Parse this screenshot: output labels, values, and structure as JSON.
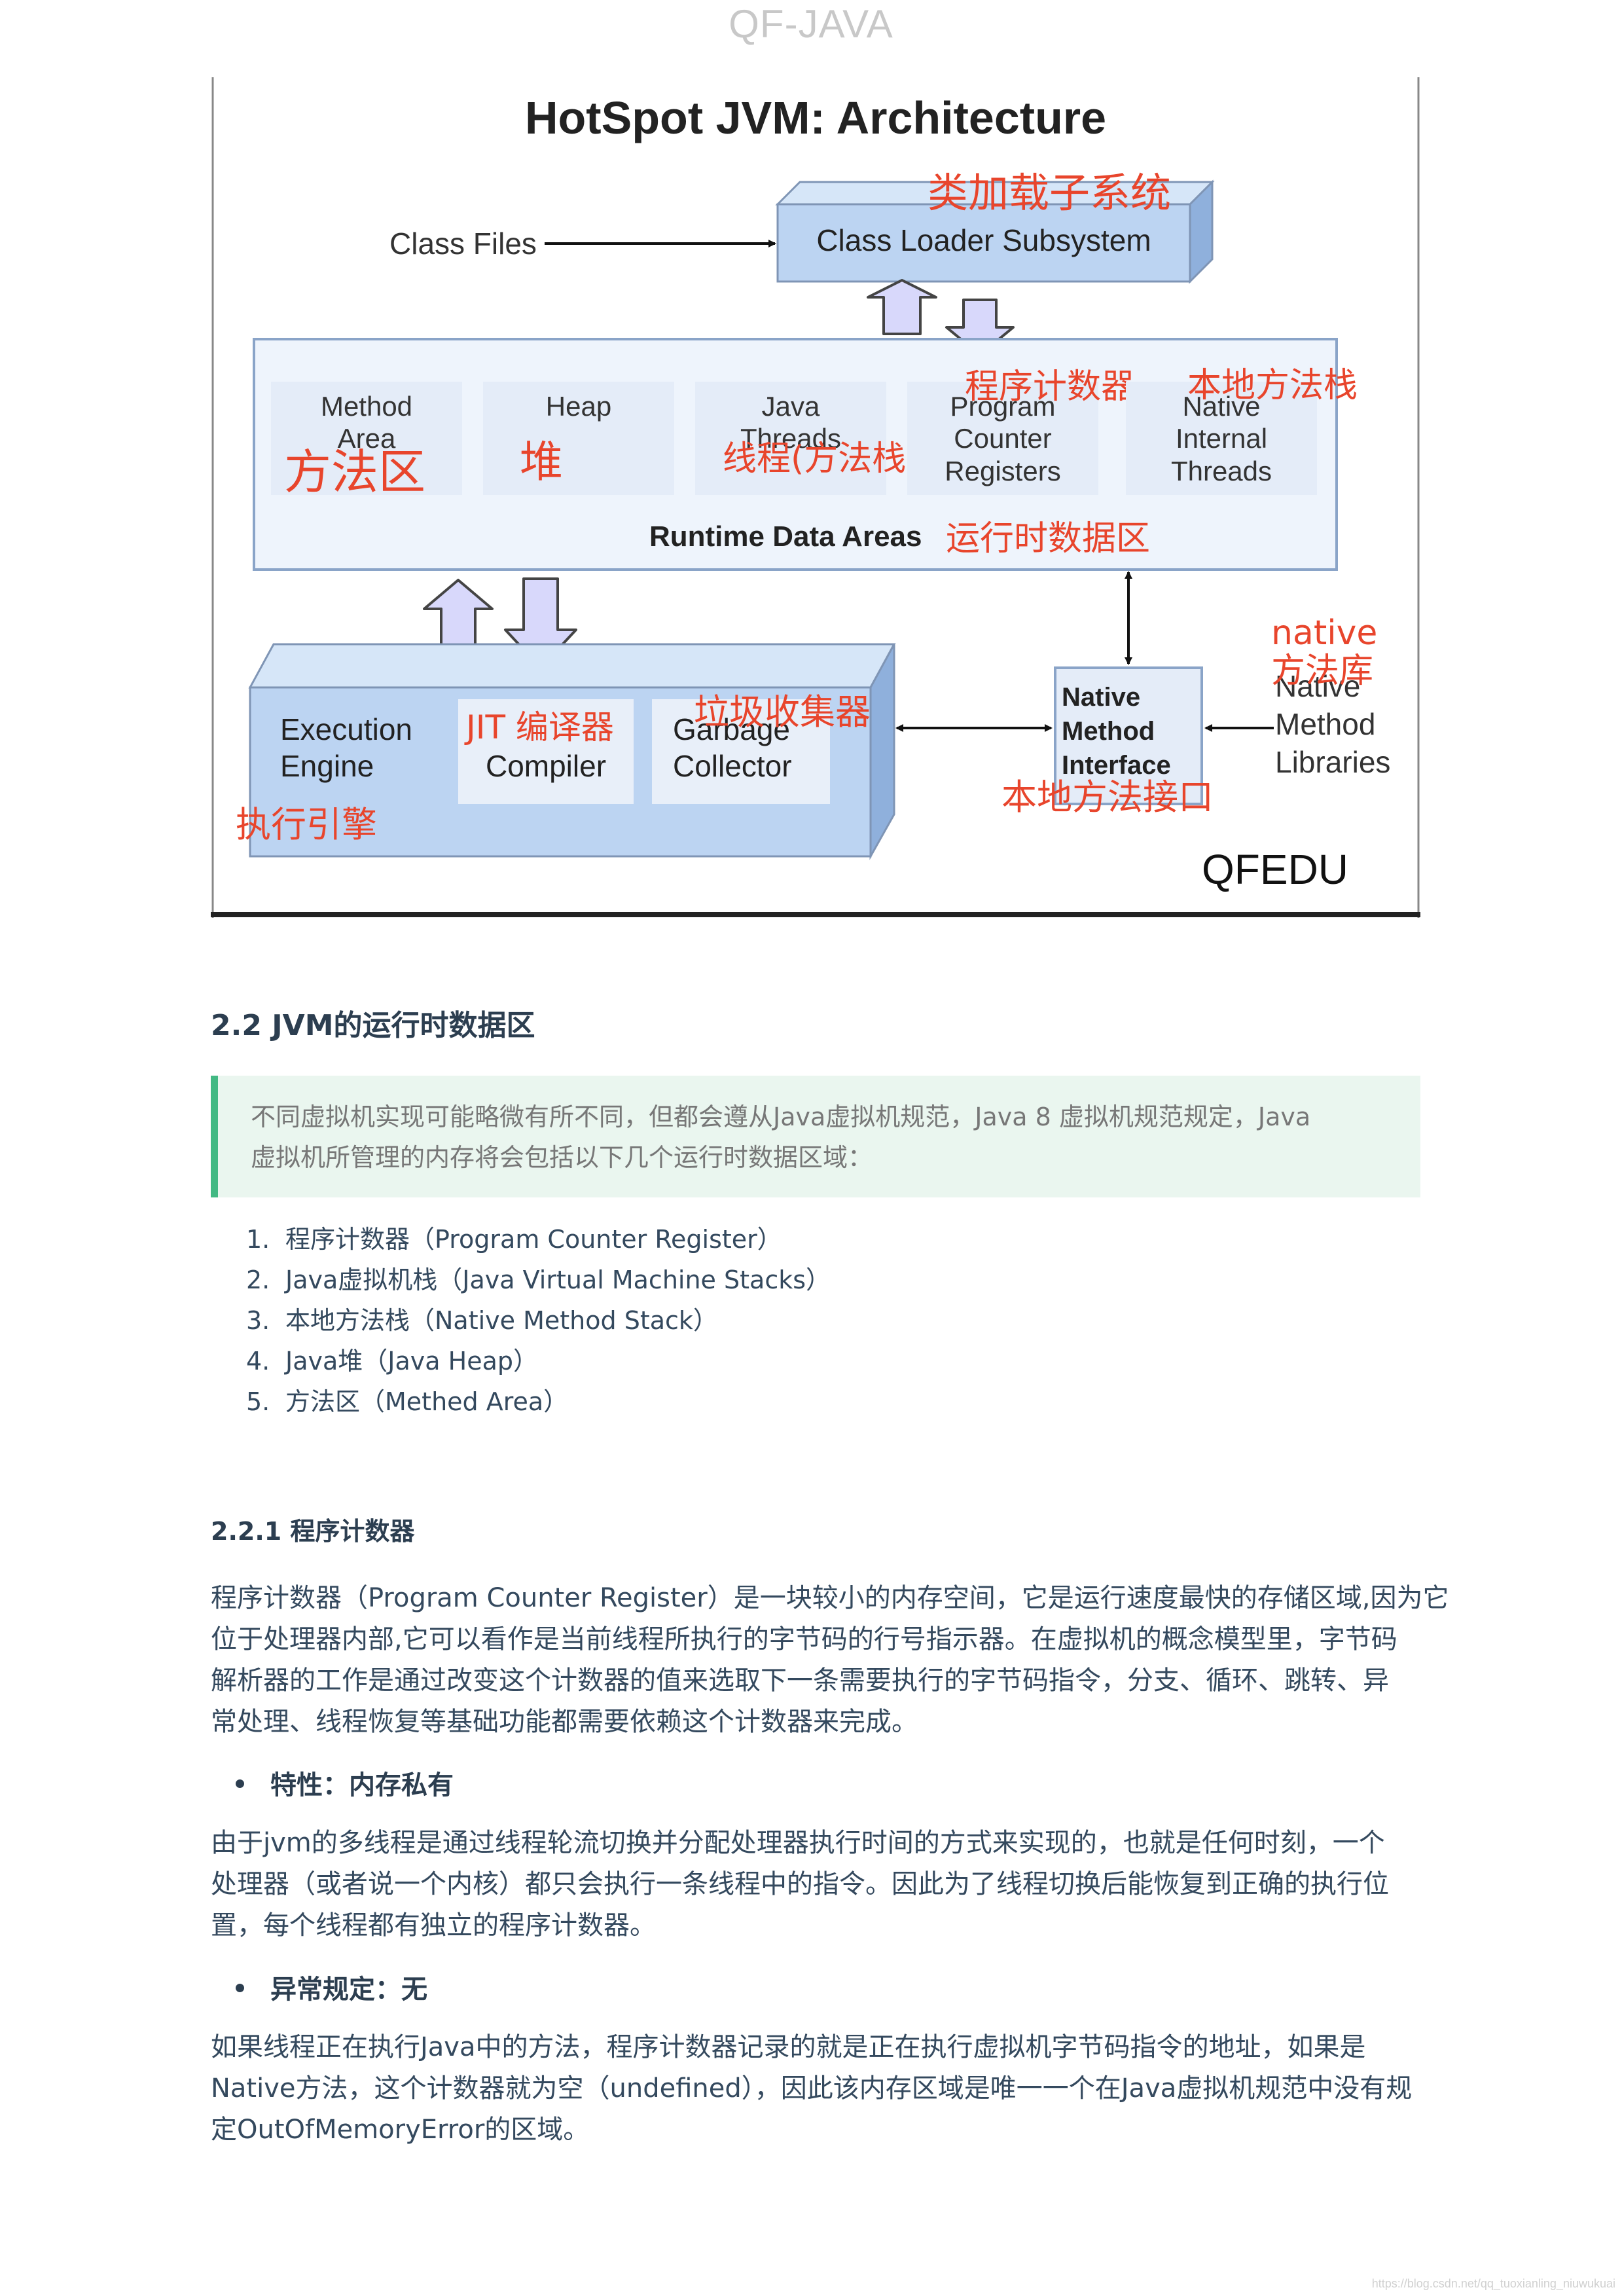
{
  "header": {
    "title": "QF-JAVA"
  },
  "figure": {
    "title": "HotSpot JVM: Architecture",
    "class_files": "Class Files",
    "class_loader": "Class Loader Subsystem",
    "class_loader_cn": "类加载子系统",
    "runtime_areas": [
      {
        "line1": "Method",
        "line2": "Area",
        "line3": "",
        "cn": "方法区"
      },
      {
        "line1": "Heap",
        "line2": "",
        "line3": "",
        "cn": "堆"
      },
      {
        "line1": "Java",
        "line2": "Threads",
        "line3": "",
        "cn": "线程(方法栈)"
      },
      {
        "line1": "Program",
        "line2": "Counter",
        "line3": "Registers",
        "cn": "程序计数器"
      },
      {
        "line1": "Native",
        "line2": "Internal",
        "line3": "Threads",
        "cn": "本地方法栈"
      }
    ],
    "runtime_label": "Runtime Data Areas",
    "runtime_label_cn": "运行时数据区",
    "execution_engine": {
      "line1": "Execution",
      "line2": "Engine",
      "cn": "执行引擎"
    },
    "jit": {
      "line1": "JIT",
      "line2": "Compiler",
      "cn": "JIT 编译器"
    },
    "gc": {
      "line1": "Garbage",
      "line2": "Collector",
      "cn": "垃圾收集器"
    },
    "native_interface": {
      "line1": "Native",
      "line2": "Method",
      "line3": "Interface",
      "cn": "本地方法接口"
    },
    "native_libraries": {
      "line1": "Native",
      "line2": "Method",
      "line3": "Libraries",
      "cn1": "native",
      "cn2": "方法库"
    },
    "brand": "QFEDU"
  },
  "section": {
    "heading": "2.2 JVM的运行时数据区",
    "quote_line1": "不同虚拟机实现可能略微有所不同，但都会遵从Java虚拟机规范，Java 8 虚拟机规范规定，Java",
    "quote_line2": "虚拟机所管理的内存将会包括以下几个运行时数据区域：",
    "list": [
      {
        "num": "1.",
        "text": "程序计数器（Program Counter Register）"
      },
      {
        "num": "2.",
        "text": "Java虚拟机栈（Java Virtual Machine Stacks）"
      },
      {
        "num": "3.",
        "text": "本地方法栈（Native Method Stack）"
      },
      {
        "num": "4.",
        "text": "Java堆（Java Heap）"
      },
      {
        "num": "5.",
        "text": "方法区（Methed Area）"
      }
    ]
  },
  "subsection": {
    "heading": "2.2.1 程序计数器",
    "para1": [
      "程序计数器（Program Counter Register）是一块较小的内存空间，它是运行速度最快的存储区域,因为它",
      "位于处理器内部,它可以看作是当前线程所执行的字节码的行号指示器。在虚拟机的概念模型里，字节码",
      "解析器的工作是通过改变这个计数器的值来选取下一条需要执行的字节码指令，分支、循环、跳转、异",
      "常处理、线程恢复等基础功能都需要依赖这个计数器来完成。"
    ],
    "bullet1": "特性：内存私有",
    "para2": [
      "由于jvm的多线程是通过线程轮流切换并分配处理器执行时间的方式来实现的，也就是任何时刻，一个",
      "处理器（或者说一个内核）都只会执行一条线程中的指令。因此为了线程切换后能恢复到正确的执行位",
      "置，每个线程都有独立的程序计数器。"
    ],
    "bullet2": "异常规定：无",
    "para3": [
      "如果线程正在执行Java中的方法，程序计数器记录的就是正在执行虚拟机字节码指令的地址，如果是",
      "Native方法，这个计数器就为空（undefined），因此该内存区域是唯一一个在Java虚拟机规范中没有规",
      "定OutOfMemoryError的区域。"
    ]
  },
  "watermark": "https://blog.csdn.net/qq_tuoxianling_niuwukuai",
  "colors": {
    "annotation": "#e8452c",
    "box_fill": "#bcd4f2",
    "box_top": "#d6e6f8",
    "box_side": "#8fb0dc",
    "quote_border": "#42b983"
  }
}
